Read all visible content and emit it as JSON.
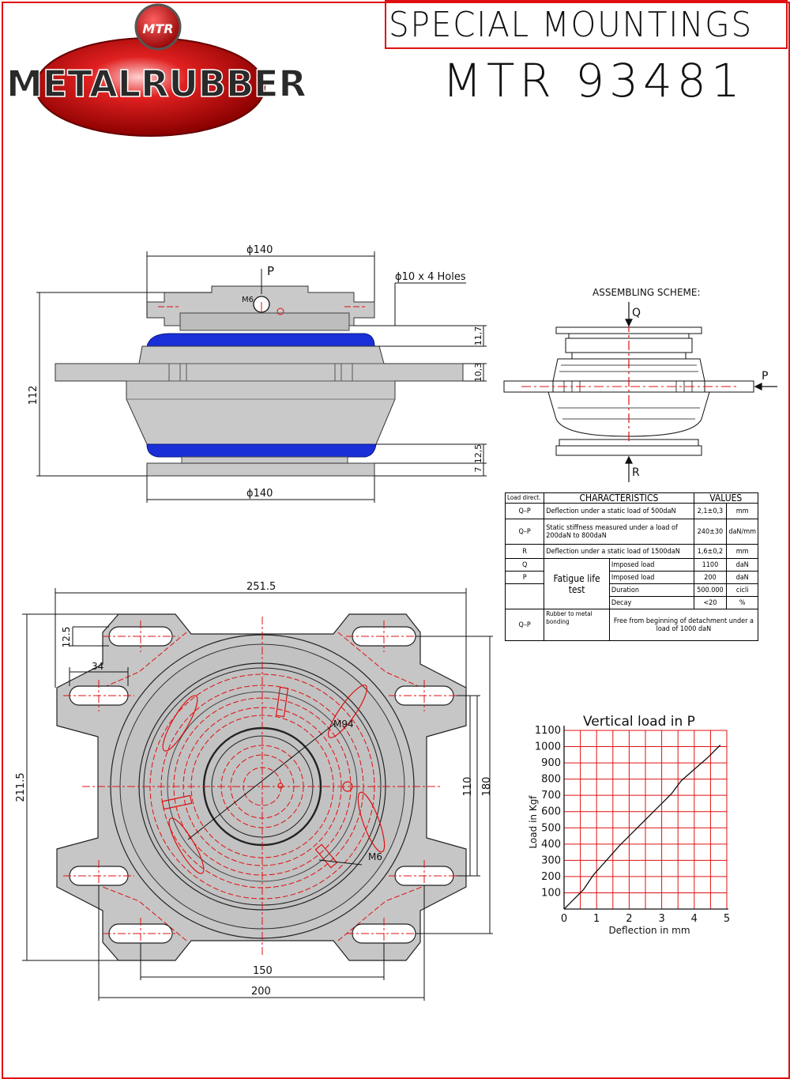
{
  "header": {
    "title_line1": "SPECIAL MOUNTINGS",
    "title_line2": "MTR 93481",
    "logo_text": "METALRUBBER",
    "logo_badge": "MTR",
    "accent_color": "#e01010",
    "rubber_color": "#1a2fd8"
  },
  "side_view": {
    "dim_top_dia": "ϕ140",
    "dim_bottom_dia": "ϕ140",
    "dim_holes": "ϕ10 x 4 Holes",
    "load_arrow": "P",
    "thread_label": "M6",
    "dim_height": "112",
    "dim_11_7": "11,7",
    "dim_10_3": "10,3",
    "dim_12_5": "12,5",
    "dim_7": "7"
  },
  "assembling": {
    "title": "ASSEMBLING SCHEME:",
    "arrow_q": "Q",
    "arrow_p": "P",
    "arrow_r": "R"
  },
  "characteristics": {
    "col_load": "Load direct.",
    "col_char": "CHARACTERISTICS",
    "col_values": "VALUES",
    "rows": [
      {
        "dir": "Q–P",
        "text": "Deflection under a static load of 500daN",
        "value": "2,1±0,3",
        "unit": "mm"
      },
      {
        "dir": "Q–P",
        "text": "Static stiffness measured under a load of 200daN to 800daN",
        "value": "240±30",
        "unit": "daN/mm"
      },
      {
        "dir": "R",
        "text": "Deflection under a static load of 1500daN",
        "value": "1,6±0,2",
        "unit": "mm"
      }
    ],
    "fatigue_label": "Fatigue life test",
    "fatigue_dir_q": "Q",
    "fatigue_dir_p": "P",
    "fatigue_rows": [
      {
        "label": "Imposed load",
        "value": "1100",
        "unit": "daN"
      },
      {
        "label": "Imposed load",
        "value": "200",
        "unit": "daN"
      },
      {
        "label": "Duration",
        "value": "500.000",
        "unit": "cicli"
      },
      {
        "label": "Decay",
        "value": "<20",
        "unit": "%"
      }
    ],
    "bond_dir": "Q–P",
    "bond_label": "Rubber to metal bonding",
    "bond_text": "Free from beginning of detachment under a load of 1000 daN"
  },
  "plan_view": {
    "dim_251_5": "251.5",
    "dim_211_5": "211.5",
    "dim_12_5": "12.5",
    "dim_34": "34",
    "dim_m94": "M94",
    "dim_m6": "M6",
    "dim_110": "110",
    "dim_180": "180",
    "dim_150": "150",
    "dim_200": "200"
  },
  "chart_data": {
    "type": "line",
    "title": "Vertical load in P",
    "xlabel": "Deflection in mm",
    "ylabel": "Load in Kgf",
    "xlim": [
      0,
      5
    ],
    "ylim": [
      0,
      1100
    ],
    "x_ticks": [
      "0",
      "1",
      "2",
      "3",
      "4",
      "5"
    ],
    "y_ticks": [
      "100",
      "200",
      "300",
      "400",
      "500",
      "600",
      "700",
      "800",
      "900",
      "1000",
      "1100"
    ],
    "grid": true,
    "grid_color": "#e01010",
    "series": [
      {
        "x": [
          0,
          0.3,
          0.6,
          0.9,
          1.3,
          1.7,
          2.1,
          2.5,
          2.9,
          3.3,
          3.6,
          4.0,
          4.4,
          4.8
        ],
        "y": [
          0,
          60,
          120,
          210,
          300,
          390,
          470,
          550,
          630,
          710,
          790,
          860,
          930,
          1010
        ]
      }
    ]
  }
}
